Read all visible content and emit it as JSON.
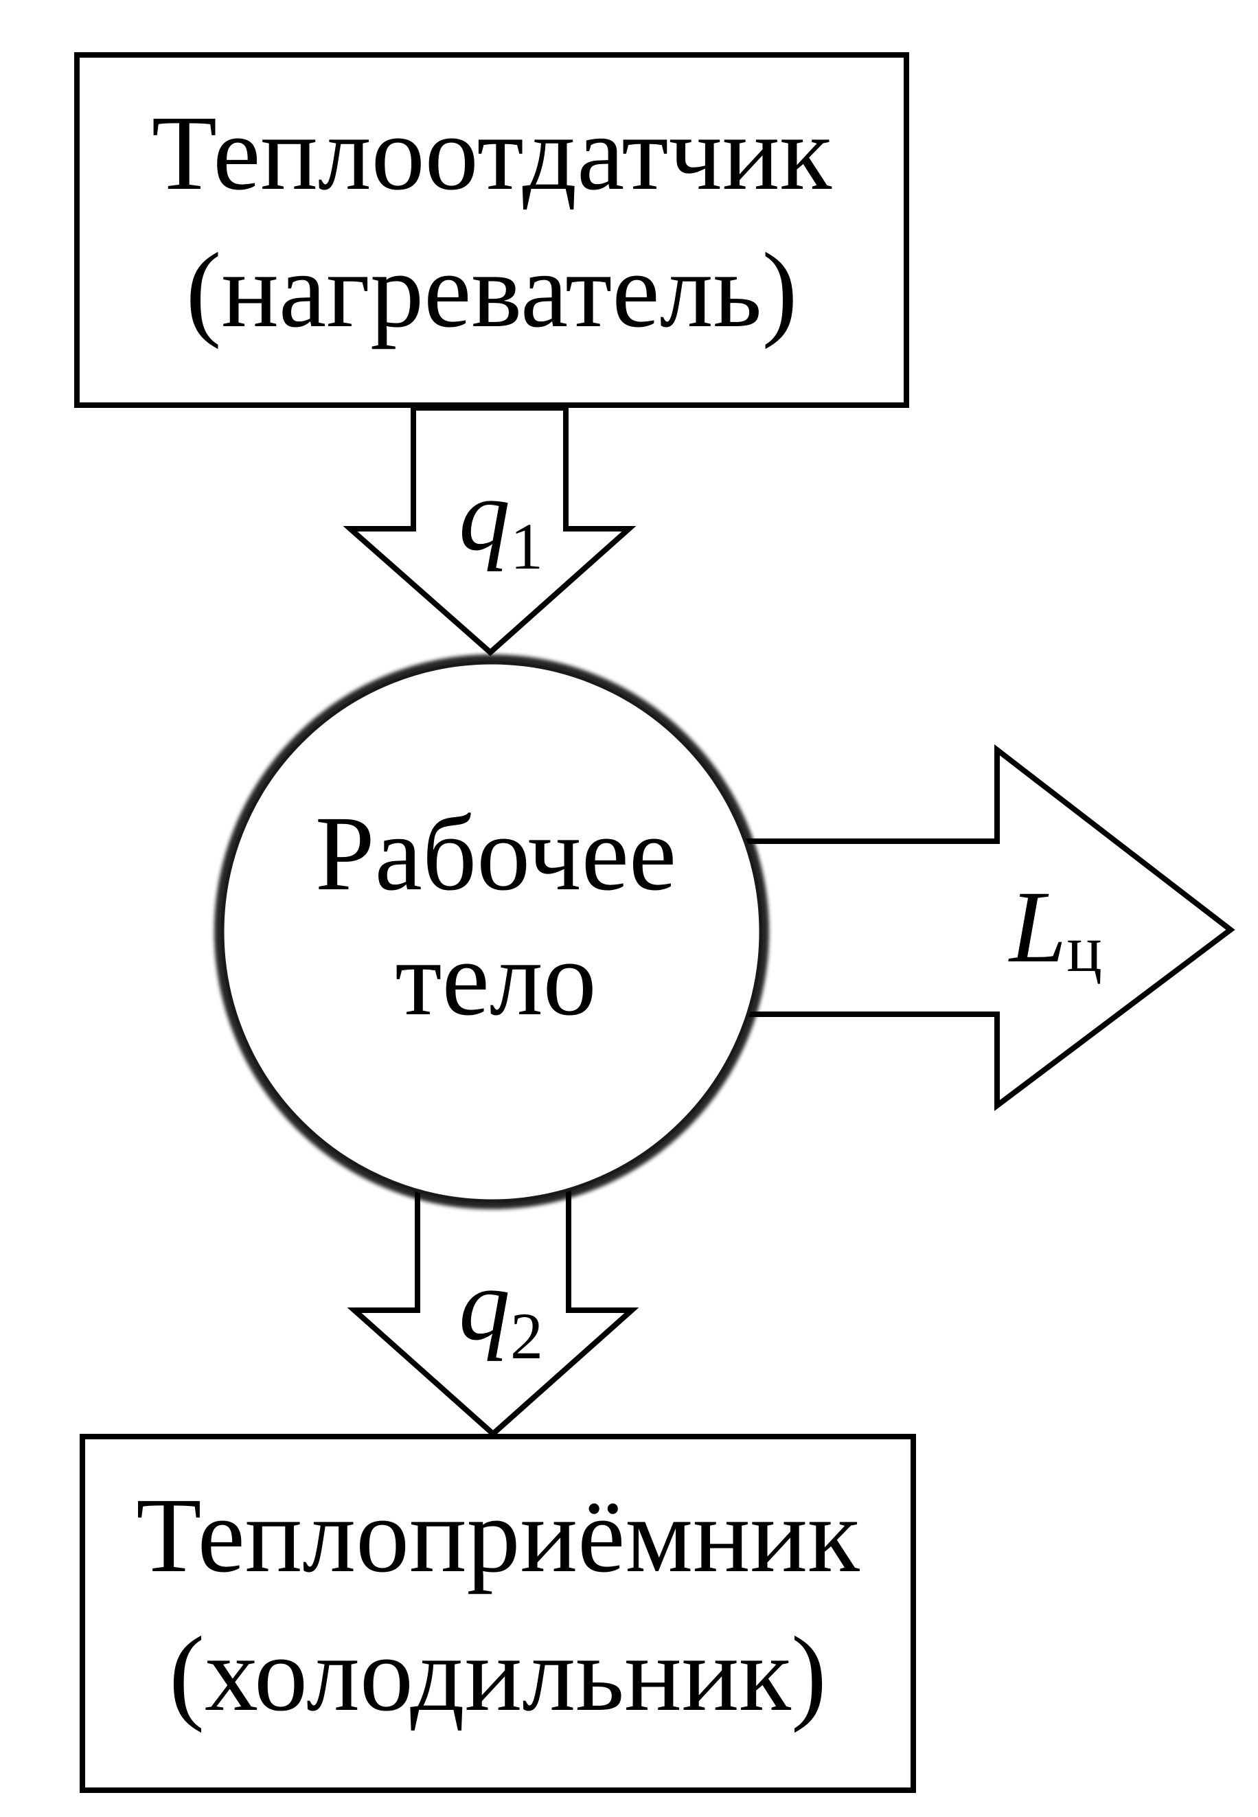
{
  "diagram": {
    "heater": {
      "line1": "Теплоотдатчик",
      "line2": "(нагреватель)"
    },
    "working_body": {
      "line1": "Рабочее",
      "line2": "тело"
    },
    "cooler": {
      "line1": "Теплоприёмник",
      "line2": "(холодильник)"
    },
    "q1": {
      "symbol": "q",
      "subscript": "1"
    },
    "q2": {
      "symbol": "q",
      "subscript": "2"
    },
    "work": {
      "symbol": "L",
      "subscript": "ц"
    }
  },
  "colors": {
    "stroke": "#000000",
    "background": "#ffffff"
  }
}
